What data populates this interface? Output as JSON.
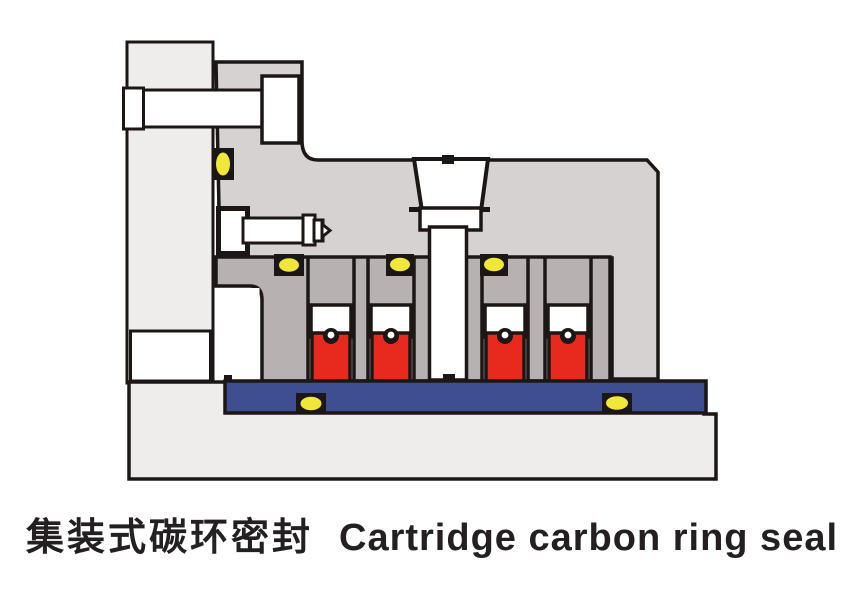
{
  "caption": {
    "zh": "集装式碳环密封",
    "en": "Cartridge carbon ring seal"
  },
  "colors": {
    "background": "#ffffff",
    "outline": "#1c1714",
    "body_light": "#efedec",
    "body_mid": "#d6d2d1",
    "body_dark": "#b7b2b1",
    "carbon_ring_red": "#e7291e",
    "o_ring_yellow": "#efe73a",
    "sleeve_blue": "#3f4d91",
    "cavity_white": "#ffffff",
    "caption_text": "#242021"
  },
  "diagram": {
    "type": "technical-cross-section",
    "subject": "cartridge carbon ring seal",
    "carbon_ring_count": 4,
    "o_ring_count": 6,
    "bolt_count": 2,
    "component_names": [
      "mounting-flange",
      "gland-bolt",
      "gland-nut",
      "set-screw",
      "gland-housing",
      "flush-port",
      "seal-chamber",
      "spring-pocket",
      "carbon-ring",
      "anti-rotation-pin",
      "o-ring",
      "shaft-sleeve",
      "shaft-step"
    ]
  }
}
